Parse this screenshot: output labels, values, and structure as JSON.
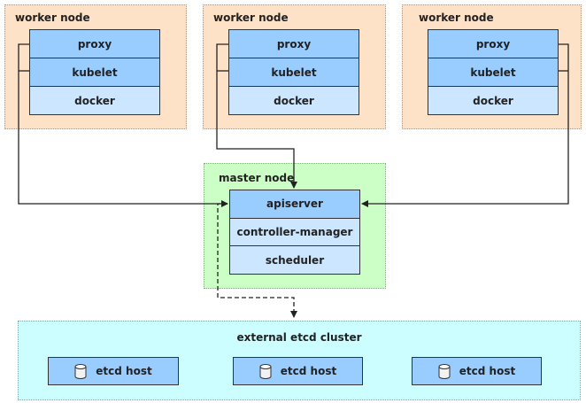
{
  "workers": [
    {
      "title": "worker node",
      "components": [
        "proxy",
        "kubelet",
        "docker"
      ]
    },
    {
      "title": "worker node",
      "components": [
        "proxy",
        "kubelet",
        "docker"
      ]
    },
    {
      "title": "worker node",
      "components": [
        "proxy",
        "kubelet",
        "docker"
      ]
    }
  ],
  "master": {
    "title": "master node",
    "components": [
      "apiserver",
      "controller-manager",
      "scheduler"
    ]
  },
  "etcd": {
    "title": "external etcd cluster",
    "hosts": [
      "etcd host",
      "etcd host",
      "etcd host"
    ],
    "host_icon": "database-icon"
  },
  "colors": {
    "worker_zone": "#fde2c8",
    "master_zone": "#ccffc6",
    "etcd_zone": "#ccfdff",
    "component_dark": "#99ccff",
    "component_light": "#cde6ff",
    "connector": "#222222"
  }
}
